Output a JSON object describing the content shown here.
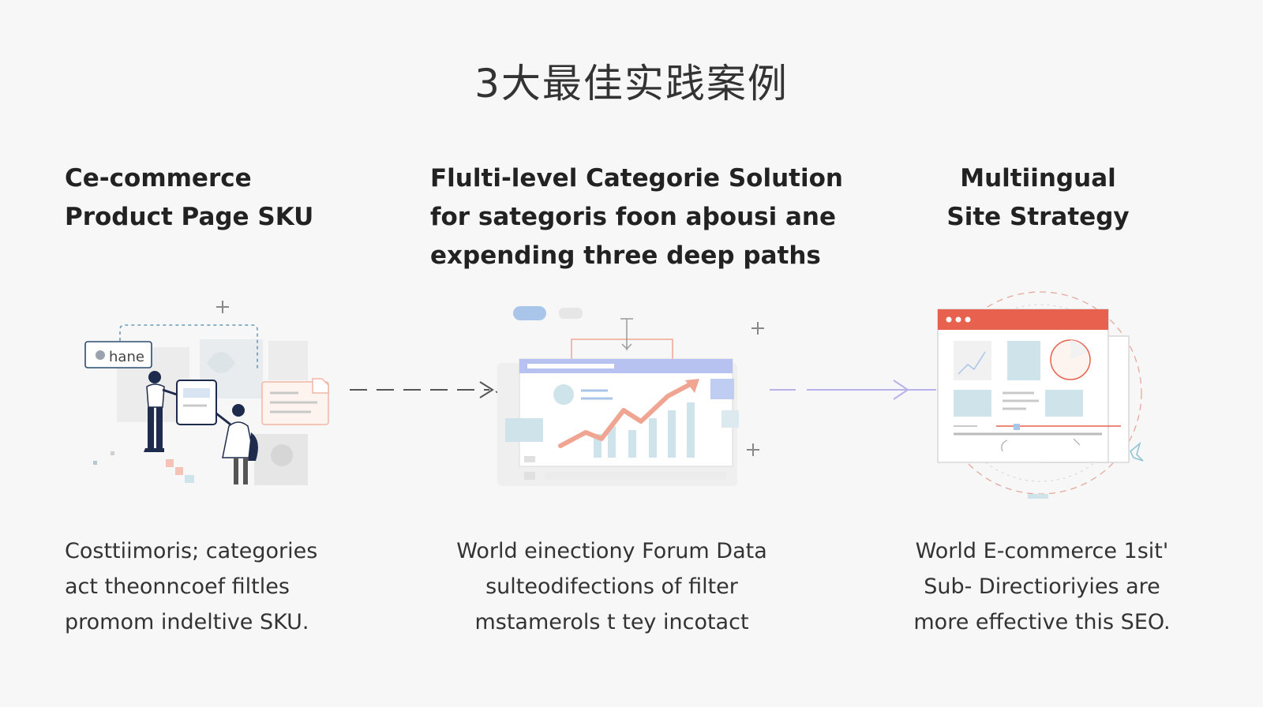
{
  "header": {
    "title": "3大最佳实践案例"
  },
  "columns": [
    {
      "title_lines": [
        "Ce-commerce",
        "Product Page SKU"
      ],
      "desc_lines": [
        "Costtiimoris; categories",
        "act theonncoef filtles",
        "promom indeltive SKU."
      ],
      "badge_label": "hane"
    },
    {
      "title_lines": [
        "Flulti-level Categorie Solution",
        "for sategoris foon aþousi ane",
        "expending three deep paths"
      ],
      "desc_lines": [
        "World einectiony Forum Data",
        "sulteodifections of filter",
        "mstamerols t tey incotact"
      ]
    },
    {
      "title_lines": [
        "Multiingual",
        "Site Strategy"
      ],
      "desc_lines": [
        "World E-commerce 1sit'",
        "Sub- Directioriyies are",
        "more effective this SEO."
      ]
    }
  ],
  "colors": {
    "accent_red": "#e8614e",
    "accent_blue": "#a9c6ea",
    "accent_purple": "#b8b2ea",
    "navy": "#1f2b4d",
    "teal_light": "#cfe3ea"
  },
  "icons": [
    "plus-icon",
    "arrow-right-icon",
    "browser-window-icon",
    "line-chart-icon",
    "people-icon",
    "document-icon"
  ]
}
